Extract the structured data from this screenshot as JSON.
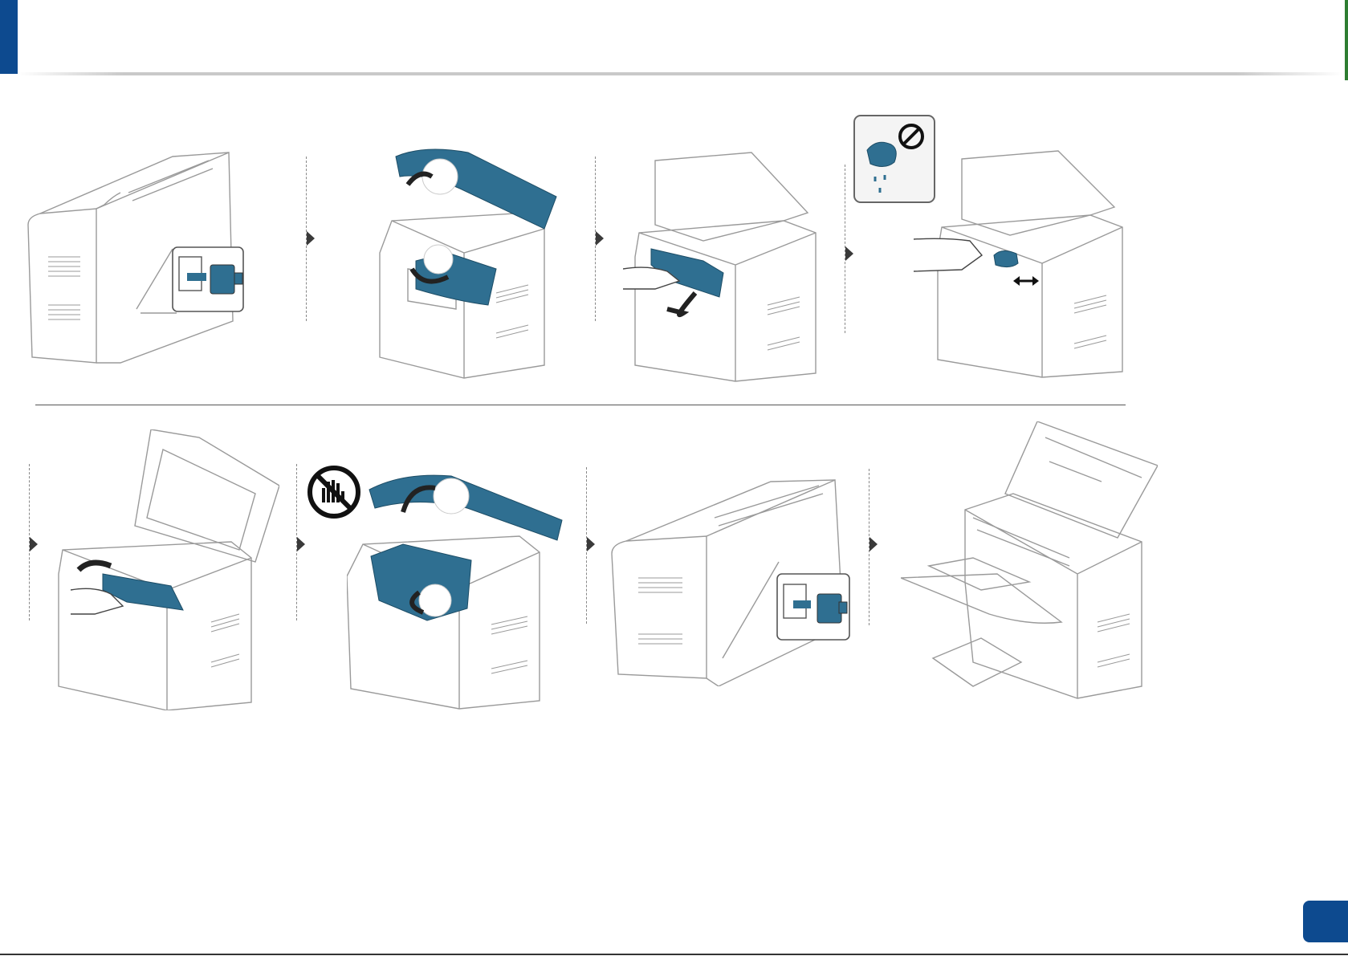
{
  "page": {
    "number": ""
  },
  "steps": [
    {
      "id": 1,
      "icon": "printer-unplug-icon"
    },
    {
      "id": 2,
      "icon": "printer-open-cover-icon"
    },
    {
      "id": 3,
      "icon": "toner-cartridge-remove-icon"
    },
    {
      "id": 4,
      "icon": "wipe-inside-cloth-icon",
      "warning_icon": "no-wet-cloth-icon"
    },
    {
      "id": 5,
      "icon": "toner-cartridge-insert-icon"
    },
    {
      "id": 6,
      "icon": "printer-close-cover-icon",
      "warning_icon": "do-not-touch-hand-icon"
    },
    {
      "id": 7,
      "icon": "printer-plug-in-icon"
    },
    {
      "id": 8,
      "icon": "printer-with-trays-icon"
    }
  ],
  "colors": {
    "accent": "#0d4a8f",
    "illustration_blue": "#2f6f91",
    "line_gray": "#9a9a9a"
  }
}
